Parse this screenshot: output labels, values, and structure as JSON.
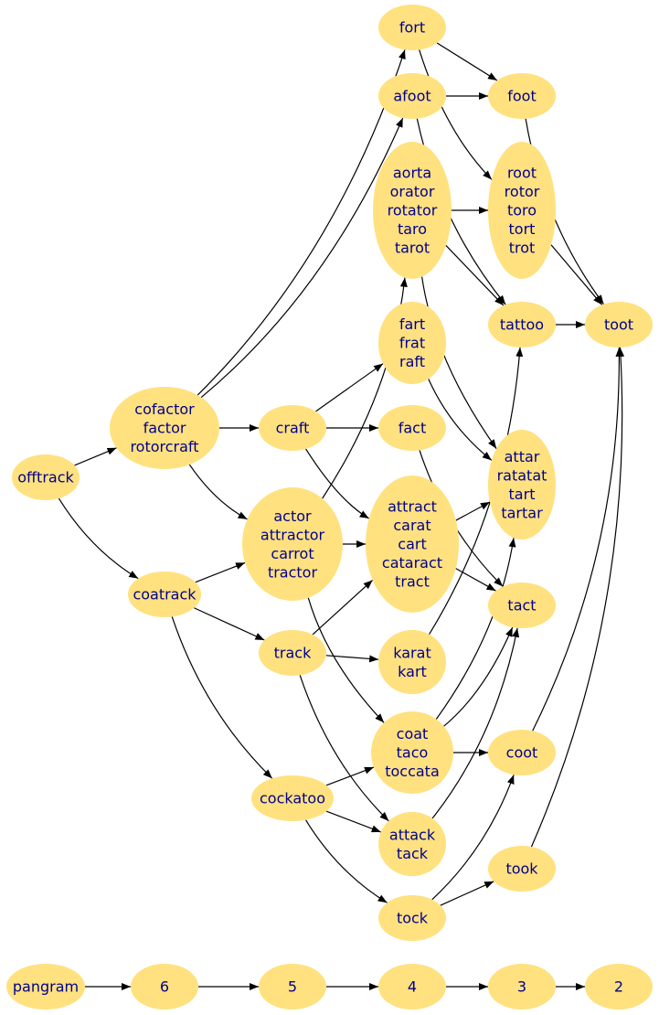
{
  "nodes": [
    {
      "id": "fort",
      "lines": [
        "fort"
      ]
    },
    {
      "id": "afoot",
      "lines": [
        "afoot"
      ]
    },
    {
      "id": "foot",
      "lines": [
        "foot"
      ]
    },
    {
      "id": "aorta",
      "lines": [
        "aorta",
        "orator",
        "rotator",
        "taro",
        "tarot"
      ]
    },
    {
      "id": "root",
      "lines": [
        "root",
        "rotor",
        "toro",
        "tort",
        "trot"
      ]
    },
    {
      "id": "fart",
      "lines": [
        "fart",
        "frat",
        "raft"
      ]
    },
    {
      "id": "tattoo",
      "lines": [
        "tattoo"
      ]
    },
    {
      "id": "toot",
      "lines": [
        "toot"
      ]
    },
    {
      "id": "cofactor",
      "lines": [
        "cofactor",
        "factor",
        "rotorcraft"
      ]
    },
    {
      "id": "craft",
      "lines": [
        "craft"
      ]
    },
    {
      "id": "fact",
      "lines": [
        "fact"
      ]
    },
    {
      "id": "attar",
      "lines": [
        "attar",
        "ratatat",
        "tart",
        "tartar"
      ]
    },
    {
      "id": "offtrack",
      "lines": [
        "offtrack"
      ]
    },
    {
      "id": "actor",
      "lines": [
        "actor",
        "attractor",
        "carrot",
        "tractor"
      ]
    },
    {
      "id": "attract",
      "lines": [
        "attract",
        "carat",
        "cart",
        "cataract",
        "tract"
      ]
    },
    {
      "id": "coatrack",
      "lines": [
        "coatrack"
      ]
    },
    {
      "id": "tact",
      "lines": [
        "tact"
      ]
    },
    {
      "id": "track",
      "lines": [
        "track"
      ]
    },
    {
      "id": "karat",
      "lines": [
        "karat",
        "kart"
      ]
    },
    {
      "id": "coat",
      "lines": [
        "coat",
        "taco",
        "toccata"
      ]
    },
    {
      "id": "coot",
      "lines": [
        "coot"
      ]
    },
    {
      "id": "cockatoo",
      "lines": [
        "cockatoo"
      ]
    },
    {
      "id": "attack",
      "lines": [
        "attack",
        "tack"
      ]
    },
    {
      "id": "took",
      "lines": [
        "took"
      ]
    },
    {
      "id": "tock",
      "lines": [
        "tock"
      ]
    },
    {
      "id": "pangram",
      "lines": [
        "pangram"
      ]
    },
    {
      "id": "n6",
      "lines": [
        "6"
      ]
    },
    {
      "id": "n5",
      "lines": [
        "5"
      ]
    },
    {
      "id": "n4",
      "lines": [
        "4"
      ]
    },
    {
      "id": "n3",
      "lines": [
        "3"
      ]
    },
    {
      "id": "n2",
      "lines": [
        "2"
      ]
    }
  ],
  "edges": [
    [
      "offtrack",
      "cofactor"
    ],
    [
      "offtrack",
      "coatrack"
    ],
    [
      "cofactor",
      "fort"
    ],
    [
      "cofactor",
      "afoot"
    ],
    [
      "cofactor",
      "craft"
    ],
    [
      "cofactor",
      "actor"
    ],
    [
      "craft",
      "fart"
    ],
    [
      "craft",
      "fact"
    ],
    [
      "craft",
      "attract"
    ],
    [
      "coatrack",
      "actor"
    ],
    [
      "coatrack",
      "track"
    ],
    [
      "coatrack",
      "cockatoo"
    ],
    [
      "actor",
      "aorta"
    ],
    [
      "actor",
      "attract"
    ],
    [
      "actor",
      "coat"
    ],
    [
      "track",
      "attract"
    ],
    [
      "track",
      "karat"
    ],
    [
      "track",
      "attack"
    ],
    [
      "cockatoo",
      "coat"
    ],
    [
      "cockatoo",
      "attack"
    ],
    [
      "cockatoo",
      "tock"
    ],
    [
      "fort",
      "foot"
    ],
    [
      "fort",
      "root"
    ],
    [
      "afoot",
      "foot"
    ],
    [
      "afoot",
      "tattoo"
    ],
    [
      "aorta",
      "root"
    ],
    [
      "aorta",
      "tattoo"
    ],
    [
      "aorta",
      "attar"
    ],
    [
      "fart",
      "attar"
    ],
    [
      "fact",
      "tact"
    ],
    [
      "attract",
      "attar"
    ],
    [
      "attract",
      "tact"
    ],
    [
      "karat",
      "tattoo"
    ],
    [
      "coat",
      "attar"
    ],
    [
      "coat",
      "tact"
    ],
    [
      "coat",
      "coot"
    ],
    [
      "attack",
      "tact"
    ],
    [
      "tock",
      "coot"
    ],
    [
      "tock",
      "took"
    ],
    [
      "foot",
      "toot"
    ],
    [
      "root",
      "toot"
    ],
    [
      "tattoo",
      "toot"
    ],
    [
      "coot",
      "toot"
    ],
    [
      "took",
      "toot"
    ],
    [
      "pangram",
      "n6"
    ],
    [
      "n6",
      "n5"
    ],
    [
      "n5",
      "n4"
    ],
    [
      "n4",
      "n3"
    ],
    [
      "n3",
      "n2"
    ]
  ],
  "colors": {
    "node_fill": "#ffe17f",
    "node_text": "#00008b",
    "edge": "#000000"
  }
}
